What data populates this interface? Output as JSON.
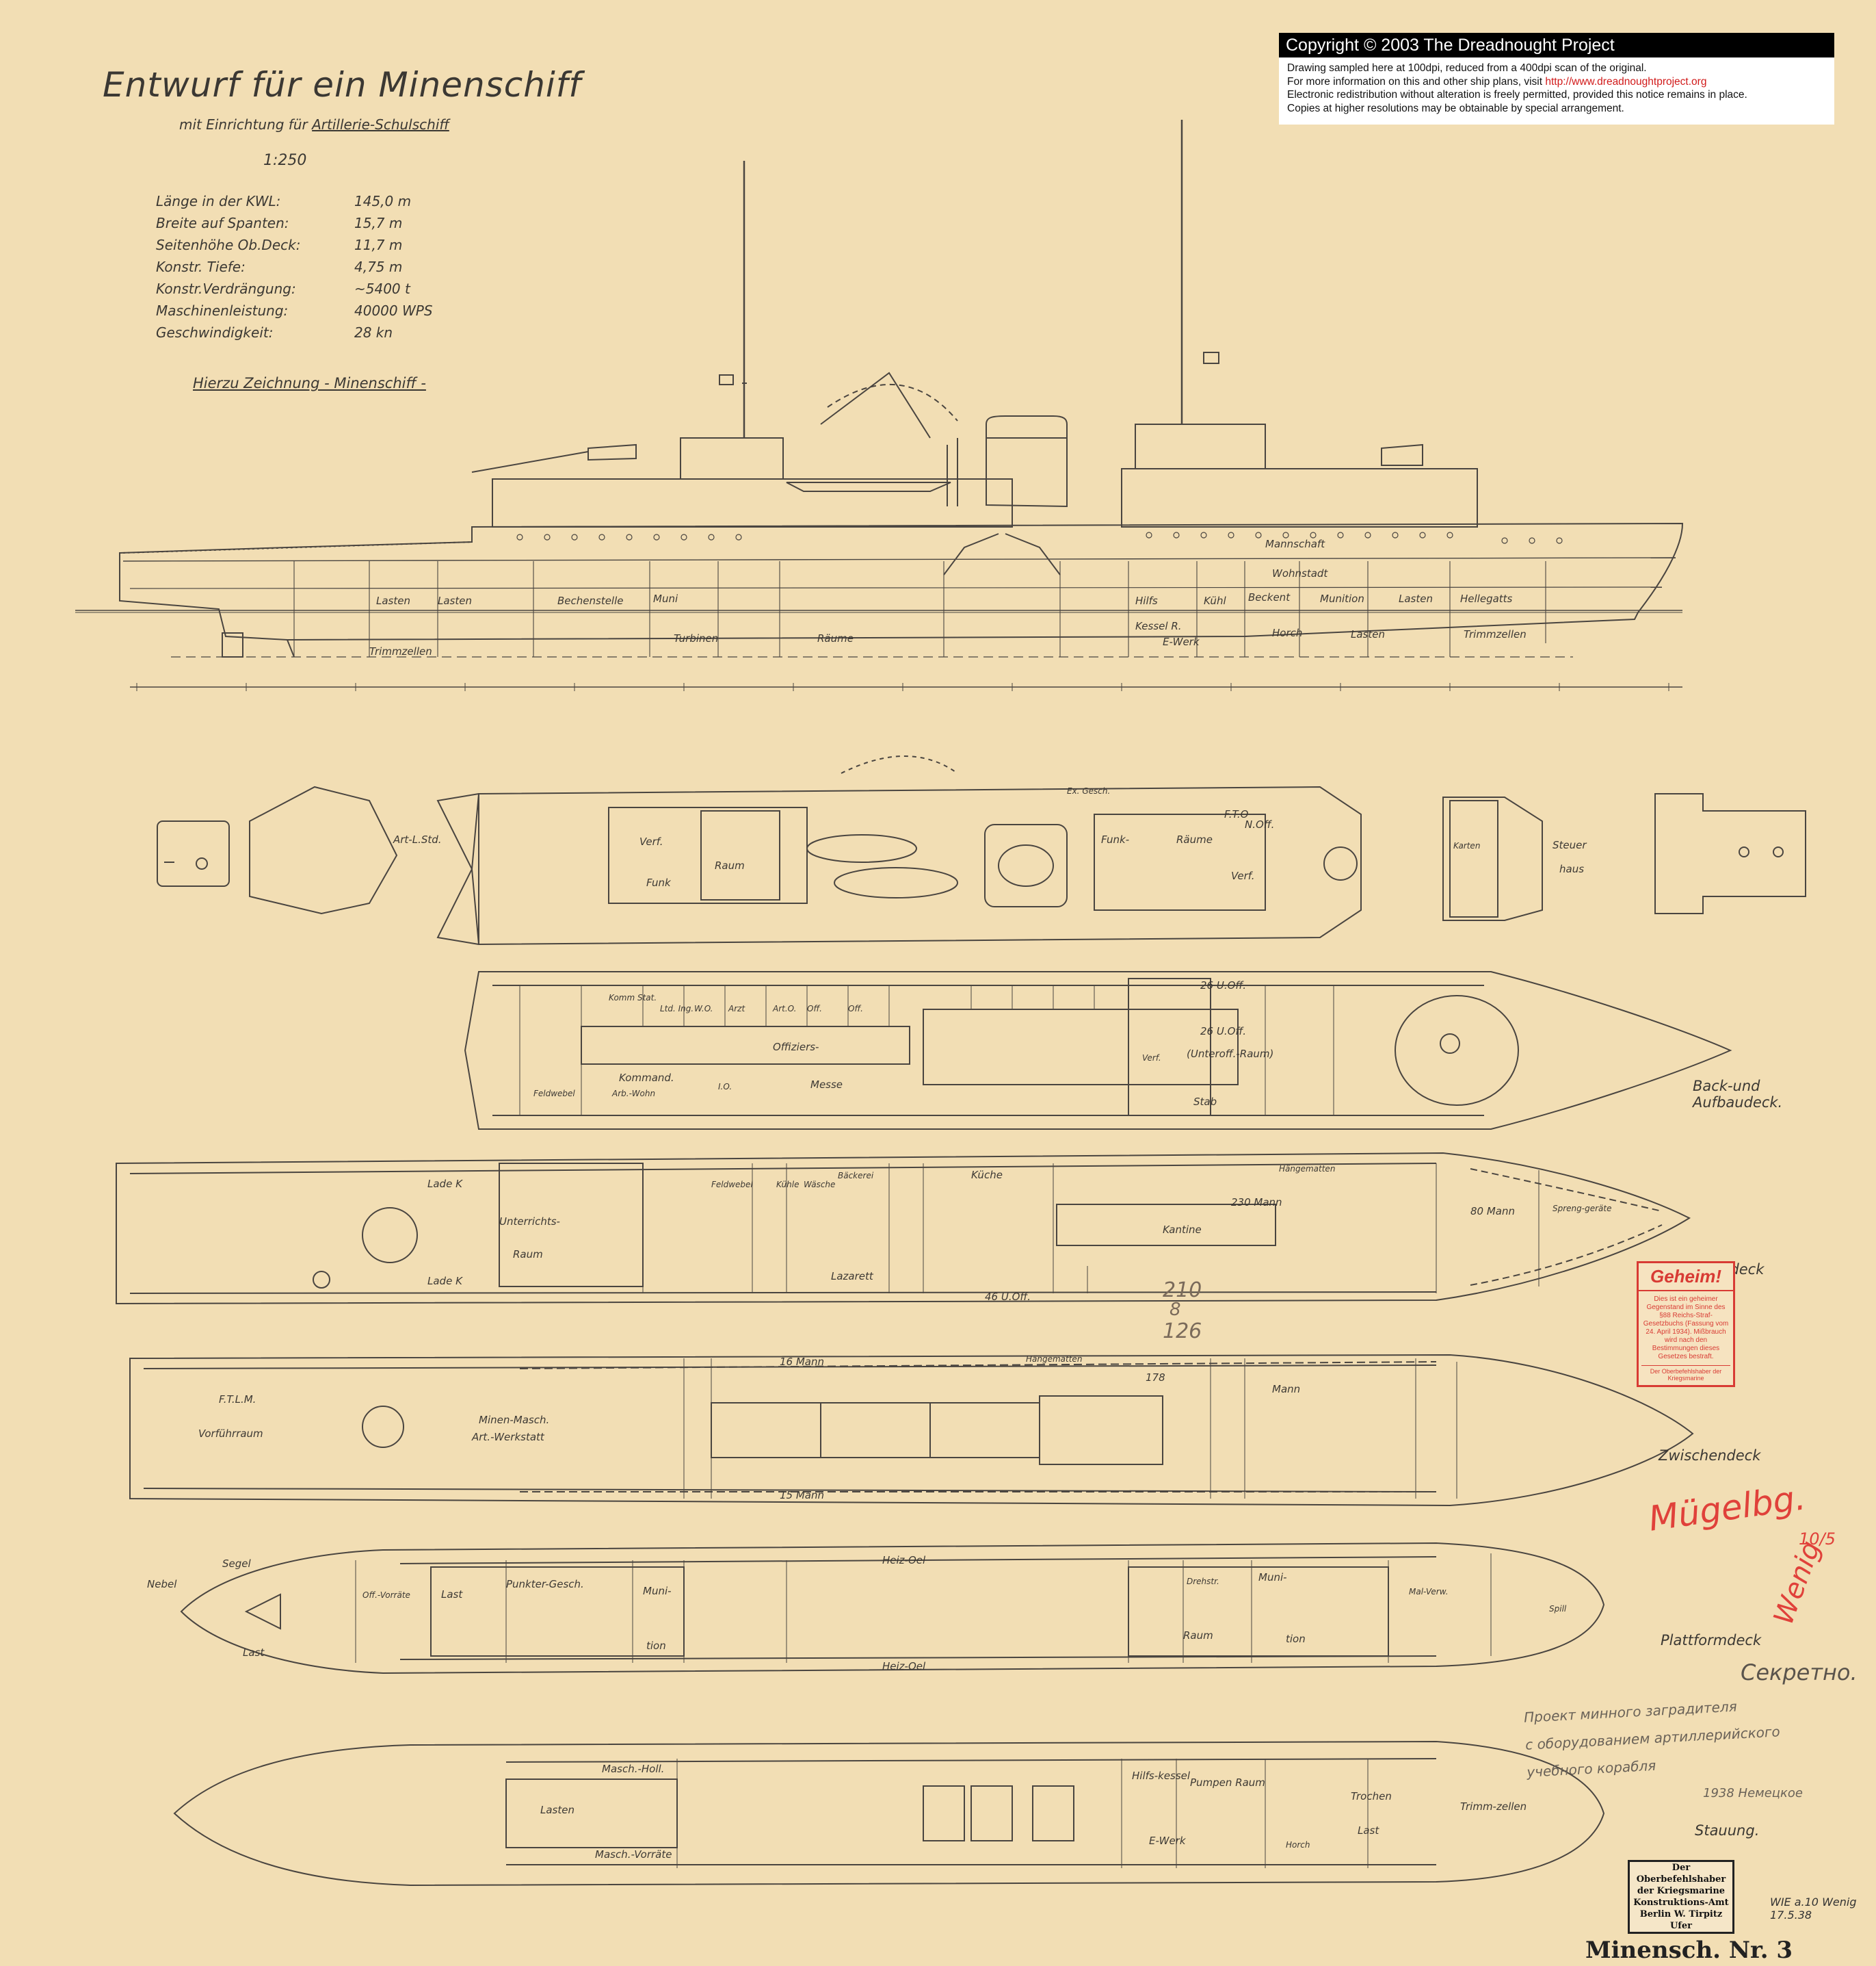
{
  "title": {
    "main": "Entwurf für ein Minenschiff",
    "subtitle_prefix": "mit Einrichtung für",
    "subtitle_underlined": "Artillerie-Schulschiff",
    "scale": "1:250"
  },
  "specs": [
    {
      "label": "Länge in der KWL:",
      "value": "145,0 m"
    },
    {
      "label": "Breite auf Spanten:",
      "value": "15,7 m"
    },
    {
      "label": "Seitenhöhe Ob.Deck:",
      "value": "11,7 m"
    },
    {
      "label": "Konstr. Tiefe:",
      "value": "4,75 m"
    },
    {
      "label": "Konstr.Verdrängung:",
      "value": "~5400 t"
    },
    {
      "label": "Maschinenleistung:",
      "value": "40000 WPS"
    },
    {
      "label": "Geschwindigkeit:",
      "value": "28 kn"
    }
  ],
  "reference_note": "Hierzu Zeichnung - Minenschiff -",
  "copyright": {
    "heading": "Copyright © 2003 The Dreadnought Project",
    "line1": "Drawing sampled here at 100dpi, reduced from a 400dpi scan of the original.",
    "line2_prefix": "For more information on this and other ship plans, visit",
    "line2_link": "http://www.dreadnoughtproject.org",
    "line3": "Electronic redistribution without alteration is freely permitted, provided this notice remains in place.",
    "line4": "Copies at higher resolutions may be obtainable by special arrangement."
  },
  "decks": {
    "back_und_aufbaudeck": [
      "Back-und",
      "Aufbaudeck."
    ],
    "oberdeck": "Oberdeck",
    "zwischendeck": "Zwischendeck",
    "plattformdeck": "Plattformdeck",
    "stauung": "Stauung."
  },
  "profile_labels": {
    "hold_row": [
      "Lasten",
      "Lasten",
      "Bechenstelle",
      "Muni",
      "Hilfs",
      "Kühl",
      "Beckent",
      "Munition",
      "Lasten",
      "Hellegatts"
    ],
    "lower_row": [
      "Trimmzellen",
      "Turbinen",
      "Räume",
      "Kessel R.",
      "E-Werk",
      "Horch",
      "Lasten",
      "Trimmzellen"
    ],
    "upper_row": [
      "Mannschaft",
      "Wohnstadt"
    ]
  },
  "plan_labels": {
    "superstructure": [
      "Art-L.Std.",
      "Verf.",
      "Funk",
      "Raum",
      "Funk-",
      "Räume",
      "F.T.O",
      "N.Off.",
      "Verf.",
      "Steuer",
      "haus",
      "Karten",
      "Ex. Gesch."
    ],
    "back_deck": [
      "Komm Stat.",
      "Ltd. Ing.",
      "W.O.",
      "Arzt",
      "Art.O.",
      "Off.",
      "Off.",
      "Offiziers-",
      "Messe",
      "Kommand.",
      "Arb.-Wohn",
      "Feldwebel",
      "I.O.",
      "26 U.Off.",
      "26 U.Off.",
      "(Unteroff.-Raum)",
      "Stab",
      "Verf."
    ],
    "oberdeck": [
      "Lade K",
      "Unterrichts-",
      "Raum",
      "Lade K",
      "Feldwebel",
      "Kühle",
      "Wäsche",
      "Bäckerei",
      "Küche",
      "Kantine",
      "230 Mann",
      "80 Mann",
      "Lazarett",
      "Spreng-geräte",
      "46 U.Off.",
      "Hängematten"
    ],
    "zwischendeck": [
      "F.T.L.M.",
      "Vorführraum",
      "Minen-Masch.",
      "Art.-Werkstatt",
      "16 Mann",
      "15 Mann",
      "178",
      "Mann",
      "Hängematten"
    ],
    "plattformdeck": [
      "Nebel",
      "Segel",
      "Last",
      "Off.-Vorräte",
      "Last",
      "Punkter-Gesch.",
      "Muni-",
      "tion",
      "Heiz-Oel",
      "Heiz-Oel",
      "Drehstr.",
      "Muni-",
      "tion",
      "Raum",
      "Mal-Verw.",
      "Spill"
    ],
    "stauung": [
      "Masch.-Holl.",
      "Lasten",
      "Masch.-Vorräte",
      "Hilfs-kessel",
      "Pumpen Raum",
      "Trochen",
      "Last",
      "Trimm-zellen",
      "E-Werk",
      "Horch"
    ]
  },
  "stamps": {
    "secret": {
      "head": "Geheim!",
      "body": "Dies ist ein geheimer Gegenstand im Sinne des §88 Reichs-Straf-Gesetzbuchs (Fassung vom 24. April 1934). Mißbrauch wird nach den Bestimmungen dieses Gesetzes bestraft.",
      "foot": "Der Oberbefehlshaber der Kriegsmarine"
    },
    "navy": [
      "Der Oberbefehlshaber",
      "der Kriegsmarine",
      "Konstruktions-Amt",
      "Berlin W. Tirpitz Ufer"
    ],
    "drawing_number": "Minensch. Nr. 3",
    "signature_date": "WIE a.10 Wenig 17.5.38"
  },
  "handwritten": {
    "red_signature": "Mügelbg.",
    "red_initials": "Wenig",
    "red_date": "10/5",
    "russian_secret": "Секретно.",
    "russian_note": [
      "Проект минного заградителя",
      "с оборудованием артиллерийского",
      "учебного корабля"
    ],
    "russian_date": "1938 Немецкое",
    "pencil_numbers": [
      "210",
      "8",
      "126"
    ]
  },
  "colors": {
    "paper": "#f2deb4",
    "ink": "#3a3530",
    "stamp_red": "#d83b34",
    "link_red": "#d11a1a"
  }
}
